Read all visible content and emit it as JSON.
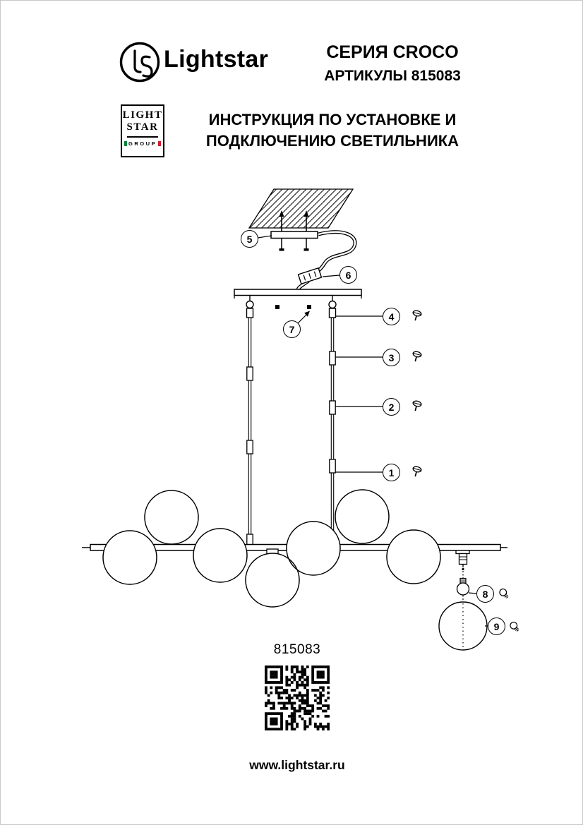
{
  "header": {
    "brand": "Lightstar",
    "series_title": "СЕРИЯ CROCO",
    "article_title": "АРТИКУЛЫ 815083",
    "instruction_line1": "ИНСТРУКЦИЯ ПО УСТАНОВКЕ И",
    "instruction_line2": "ПОДКЛЮЧЕНИЮ СВЕТИЛЬНИКА",
    "logo_box": {
      "line1": "LIGHT",
      "line2": "STAR",
      "line3": "GROUP"
    }
  },
  "diagram": {
    "callouts": [
      "1",
      "2",
      "3",
      "4",
      "5",
      "6",
      "7",
      "8",
      "9"
    ],
    "icons": {
      "screw": "screw-icon",
      "bulb": "bulb-icon",
      "qr": "qr-code"
    }
  },
  "footer": {
    "article_number": "815083",
    "website": "www.lightstar.ru"
  },
  "colors": {
    "ink": "#000000",
    "flag_green": "#00853e",
    "flag_red": "#cf1f2e",
    "page_border": "#c8c8c8"
  }
}
